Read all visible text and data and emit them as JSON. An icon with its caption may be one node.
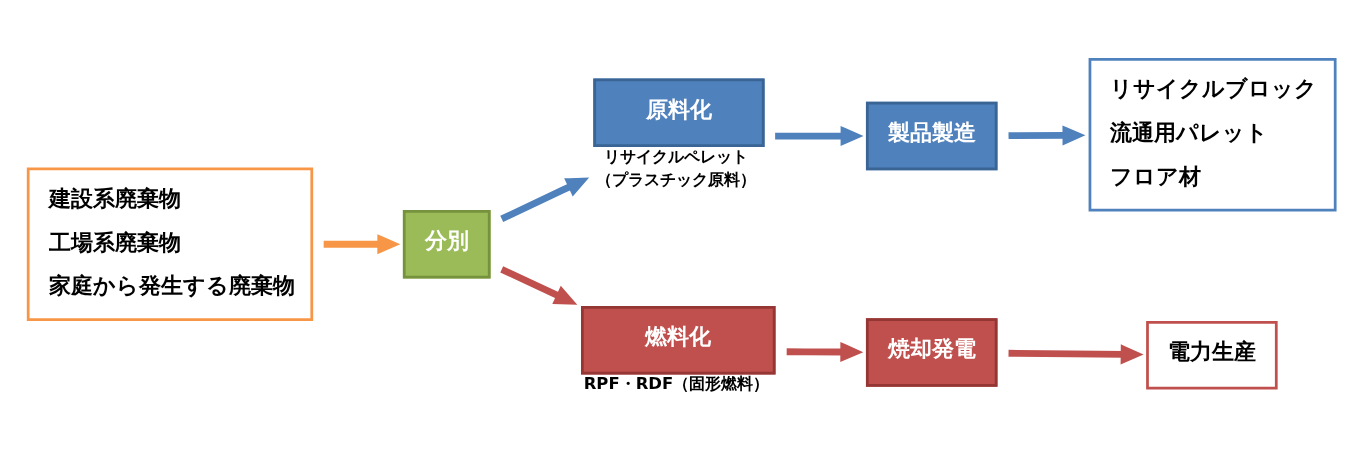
{
  "diagram": {
    "nodes": [
      {
        "text": [
          "建設系廃棄物",
          "工場系廃棄物",
          "家庭から発生する廃棄物"
        ]
      },
      {
        "text": [
          "分別"
        ]
      },
      {
        "text": [
          "原料化"
        ],
        "beside": [
          "リサイクルペレット",
          "（プラスチック原料）"
        ]
      },
      {
        "text": [
          "製品製造"
        ]
      },
      {
        "text": [
          "リサイクルブロック",
          "流通用パレット",
          "フロア材"
        ]
      },
      {
        "text": [
          "燃料化"
        ],
        "beside": [
          "RPF・RDF（固形燃料）"
        ]
      },
      {
        "text": [
          "焼却発電"
        ]
      },
      {
        "text": [
          "電力生産"
        ]
      }
    ],
    "edges": [
      {
        "from": 0,
        "to": 1,
        "arrow": "to",
        "color": "#f79646"
      },
      {
        "from": 1,
        "to": 2,
        "arrow": "to",
        "color": "#4f81bd"
      },
      {
        "from": 2,
        "to": 3,
        "arrow": "to",
        "color": "#4f81bd"
      },
      {
        "from": 3,
        "to": 4,
        "arrow": "to",
        "color": "#4f81bd"
      },
      {
        "from": 1,
        "to": 5,
        "arrow": "to",
        "color": "#c0504d"
      },
      {
        "from": 5,
        "to": 6,
        "arrow": "to",
        "color": "#c0504d"
      },
      {
        "from": 6,
        "to": 7,
        "arrow": "to",
        "color": "#c0504d"
      }
    ]
  }
}
